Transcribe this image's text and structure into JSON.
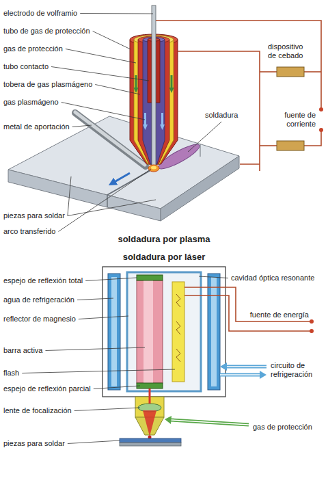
{
  "diagram": {
    "labels": [
      "electrodo de volframio",
      "tubo de gas de protección",
      "gas de protección",
      "tubo contacto",
      "tobera de gas plasmágeno",
      "gas plasmágeno",
      "metal de aportación",
      "soldadura",
      "dispositivo de cebado",
      "fuente de corriente",
      "piezas para soldar",
      "arco transferido",
      "soldadura por plasma",
      "soldadura por láser",
      "espejo de reflexión total",
      "agua de refrigeración",
      "reflector de magnesio",
      "barra activa",
      "flash",
      "espejo de reflexión parcial",
      "lente de focalización",
      "piezas para soldar",
      "cavidad óptica resonante",
      "fuente de energía",
      "circuito de refrigeración",
      "gas de protección"
    ]
  }
}
